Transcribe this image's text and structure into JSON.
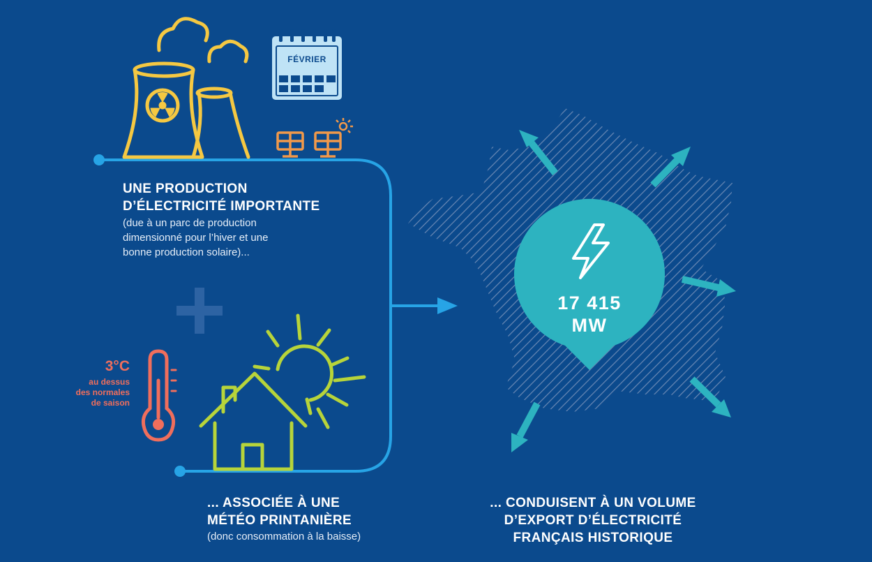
{
  "production": {
    "title_1": "UNE PRODUCTION",
    "title_2": "D’ÉLECTRICITÉ IMPORTANTE",
    "desc_1": "(due à un parc de production",
    "desc_2": "dimensionné pour l’hiver et une",
    "desc_3": "bonne production solaire)..."
  },
  "calendar": {
    "month": "FÉVRIER"
  },
  "temperature": {
    "value": "3°C",
    "line_1": "au dessus",
    "line_2": "des normales",
    "line_3": "de saison"
  },
  "weather": {
    "title_1": "... ASSOCIÉE À UNE",
    "title_2": "MÉTÉO PRINTANIÈRE",
    "desc": "(donc consommation à la baisse)"
  },
  "export": {
    "value": "17 415",
    "unit": "MW",
    "title_1": "... CONDUISENT À UN VOLUME",
    "title_2": "D’EXPORT D’ÉLECTRICITÉ",
    "title_3": "FRANÇAIS HISTORIQUE"
  },
  "colors": {
    "background": "#0b4a8d",
    "connector": "#27a4e6",
    "nuclear": "#f5c842",
    "solar": "#f2994a",
    "sun_house": "#b7d43a",
    "temperature": "#f06e5c",
    "calendar": "#bfe3f6",
    "teal": "#2db3c0"
  },
  "icons": [
    "nuclear-plant-icon",
    "calendar-icon",
    "solar-panel-icon",
    "plus-icon",
    "thermometer-icon",
    "sun-icon",
    "house-icon",
    "france-map-icon",
    "lightning-icon",
    "export-arrow-icon"
  ]
}
